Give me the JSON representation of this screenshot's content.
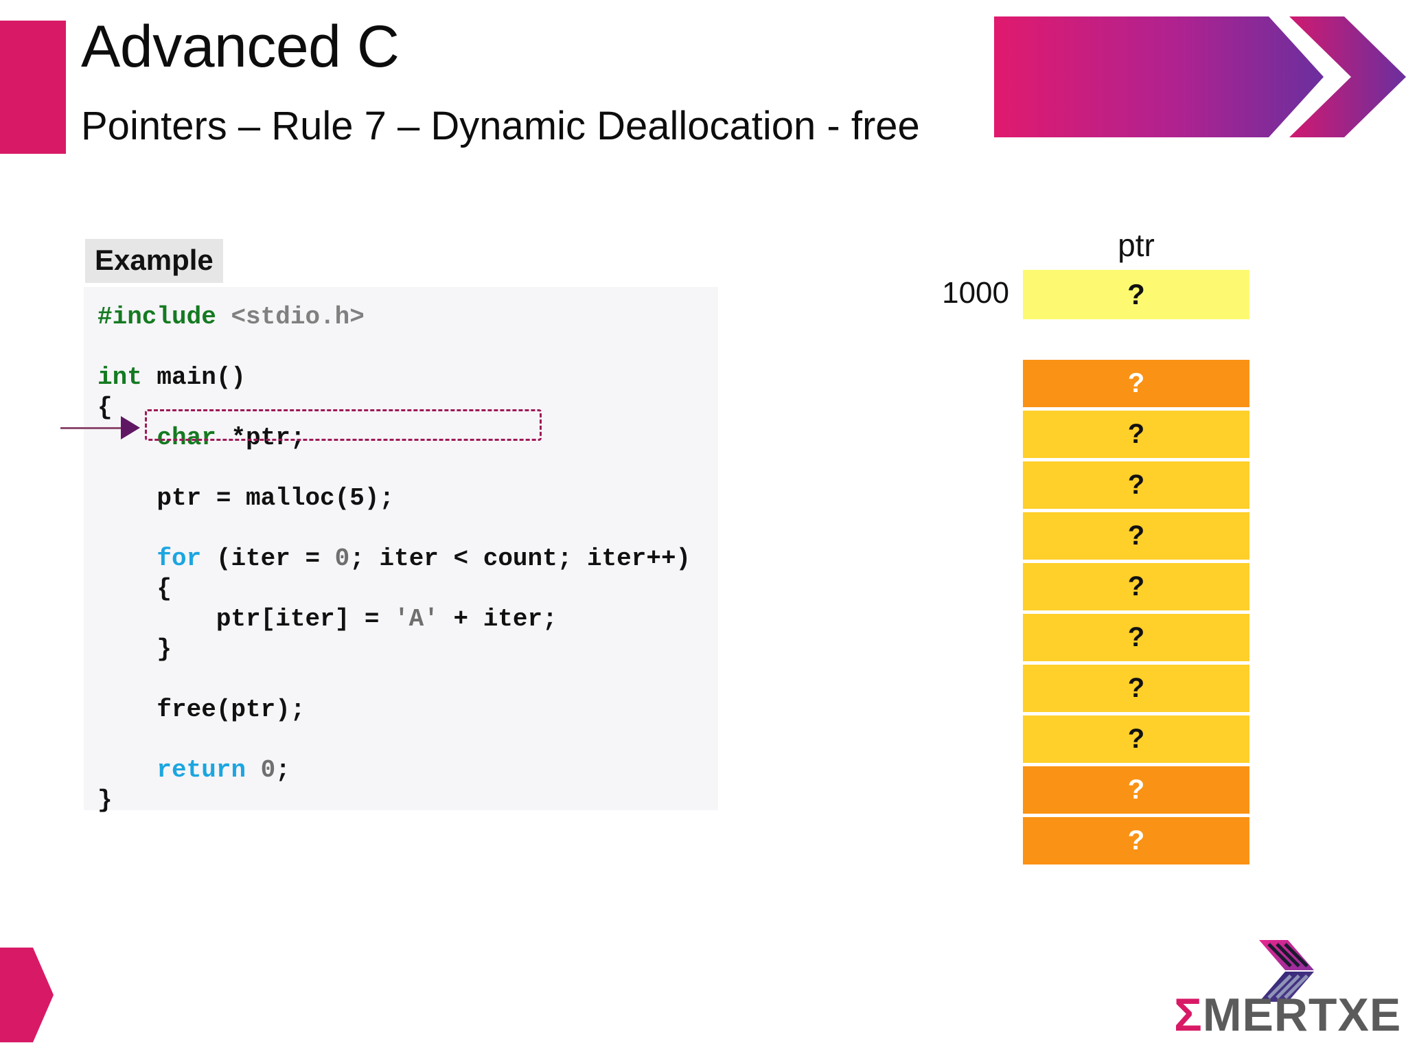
{
  "header": {
    "title": "Advanced C",
    "subtitle": "Pointers – Rule 7 – Dynamic Deallocation - free",
    "accent_color": "#d81a66",
    "chevron_gradient_from": "#e01a6e",
    "chevron_gradient_to": "#6b2f9e"
  },
  "example": {
    "label": "Example"
  },
  "code": {
    "lines": [
      [
        {
          "text": "#include",
          "kind": "pre"
        },
        {
          "text": " ",
          "kind": "plain"
        },
        {
          "text": "<stdio.h>",
          "kind": "inc"
        }
      ],
      [],
      [
        {
          "text": "int",
          "kind": "type"
        },
        {
          "text": " main()",
          "kind": "plain"
        }
      ],
      [
        {
          "text": "{",
          "kind": "plain"
        }
      ],
      [
        {
          "text": "    ",
          "kind": "plain"
        },
        {
          "text": "char",
          "kind": "type"
        },
        {
          "text": " *ptr;",
          "kind": "plain"
        }
      ],
      [],
      [
        {
          "text": "    ptr = malloc(5);",
          "kind": "plain"
        }
      ],
      [],
      [
        {
          "text": "    ",
          "kind": "plain"
        },
        {
          "text": "for",
          "kind": "kw"
        },
        {
          "text": " (iter = ",
          "kind": "plain"
        },
        {
          "text": "0",
          "kind": "num"
        },
        {
          "text": "; iter < count; iter++)",
          "kind": "plain"
        }
      ],
      [
        {
          "text": "    {",
          "kind": "plain"
        }
      ],
      [
        {
          "text": "        ptr[iter] = ",
          "kind": "plain"
        },
        {
          "text": "'A'",
          "kind": "chr"
        },
        {
          "text": " + iter;",
          "kind": "plain"
        }
      ],
      [
        {
          "text": "    }",
          "kind": "plain"
        }
      ],
      [],
      [
        {
          "text": "    free(ptr);",
          "kind": "plain"
        }
      ],
      [],
      [
        {
          "text": "    ",
          "kind": "plain"
        },
        {
          "text": "return",
          "kind": "kw"
        },
        {
          "text": " ",
          "kind": "plain"
        },
        {
          "text": "0",
          "kind": "num"
        },
        {
          "text": ";",
          "kind": "plain"
        }
      ],
      [
        {
          "text": "}",
          "kind": "plain"
        }
      ]
    ],
    "highlighted_line": "char *ptr;",
    "highlight_border_color": "#9e1a56",
    "background": "#f6f5f8"
  },
  "memory": {
    "pointer_label": "ptr",
    "pointer_address": "1000",
    "pointer_value": "?",
    "pointer_cell_color": "#fdfa72",
    "heap_cells": [
      {
        "value": "?",
        "style": "orange"
      },
      {
        "value": "?",
        "style": "gold"
      },
      {
        "value": "?",
        "style": "gold"
      },
      {
        "value": "?",
        "style": "gold"
      },
      {
        "value": "?",
        "style": "gold"
      },
      {
        "value": "?",
        "style": "gold"
      },
      {
        "value": "?",
        "style": "gold"
      },
      {
        "value": "?",
        "style": "gold"
      },
      {
        "value": "?",
        "style": "orange"
      },
      {
        "value": "?",
        "style": "orange"
      }
    ],
    "gold_color": "#ffcf2a",
    "orange_color": "#fa9215"
  },
  "footer": {
    "accent_color": "#d81a66",
    "brand_sigma": "Σ",
    "brand_rest": "MERTXE"
  }
}
